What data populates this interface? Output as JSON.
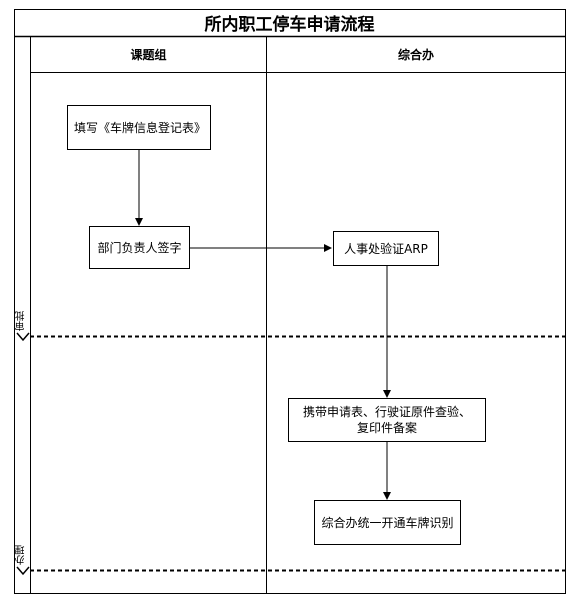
{
  "title": "所内职工停车申请流程",
  "lanes": [
    {
      "label": "课题组"
    },
    {
      "label": "综合办"
    }
  ],
  "phases": [
    {
      "label": "审批"
    },
    {
      "label": "办理"
    }
  ],
  "nodes": {
    "fill_form": "填写《车牌信息登记表》",
    "dept_sign": "部门负责人签字",
    "hr_verify": "人事处验证ARP",
    "doc_check": "携带申请表、行驶证原件查验、复印件备案",
    "activate": "综合办统一开通车牌识别"
  }
}
